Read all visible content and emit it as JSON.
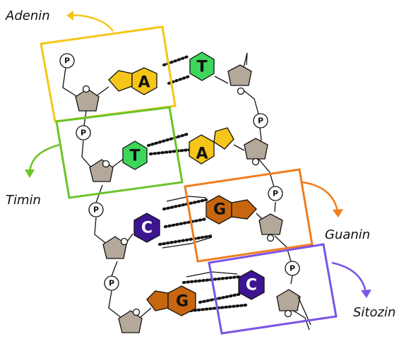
{
  "labels": {
    "adenin": "Adenin",
    "timin": "Timin",
    "guanin": "Guanin",
    "sitozin": "Sitozin"
  },
  "bases": {
    "a": "A",
    "t": "T",
    "g": "G",
    "c": "C"
  },
  "phosphate": "P",
  "colors": {
    "adenin_box": "#f5c518",
    "timin_box": "#6cc32a",
    "guanin_box": "#f07d1e",
    "sitozin_box": "#7a55e6",
    "adenine_fill": "#f5c518",
    "thymine_fill": "#3dd65a",
    "guanine_fill": "#c8660f",
    "cytosine_fill": "#3d1591",
    "sugar_fill": "#b4a89a"
  }
}
